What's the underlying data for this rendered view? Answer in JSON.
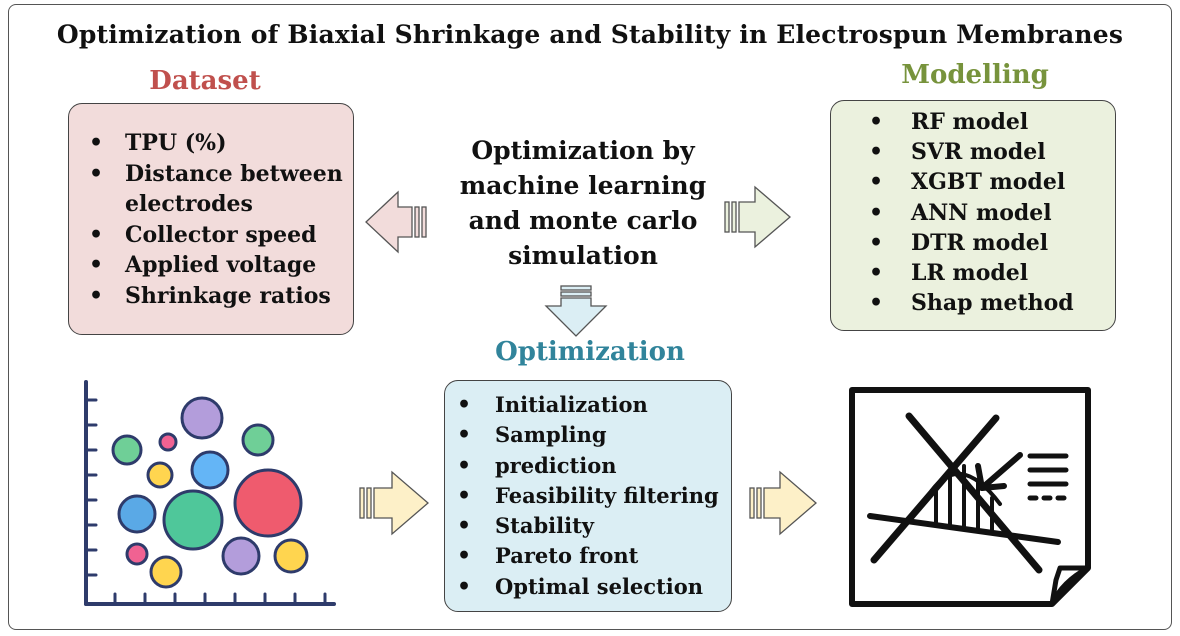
{
  "title": "Optimization of Biaxial Shrinkage and Stability in Electrospun Membranes",
  "center_text": "Optimization by machine learning and monte carlo simulation",
  "dataset": {
    "title": "Dataset",
    "color": "#c0504d",
    "items": [
      "TPU (%)",
      "Distance between electrodes",
      "Collector speed",
      "Applied voltage",
      "Shrinkage ratios"
    ]
  },
  "modelling": {
    "title": "Modelling",
    "color": "#77933c",
    "items": [
      "RF model",
      "SVR model",
      "XGBT model",
      "ANN model",
      "DTR model",
      "LR model",
      "Shap method"
    ]
  },
  "optimization": {
    "title": "Optimization",
    "color": "#31849b",
    "items": [
      "Initialization",
      "Sampling",
      "prediction",
      "Feasibility filtering",
      "Stability",
      "Pareto front",
      "Optimal selection"
    ]
  },
  "icons": {
    "scatter": "bubble-chart-icon",
    "pareto": "pareto-front-document-icon"
  },
  "colors": {
    "dataset_box": "#f2dcdb",
    "modelling_box": "#ebf1de",
    "optimization_box": "#dbeef4",
    "arrow_left": "#f2dcdb",
    "arrow_right": "#ebf1de",
    "arrow_down": "#dbeef4",
    "arrow_yellow": "#fdf0c8"
  }
}
